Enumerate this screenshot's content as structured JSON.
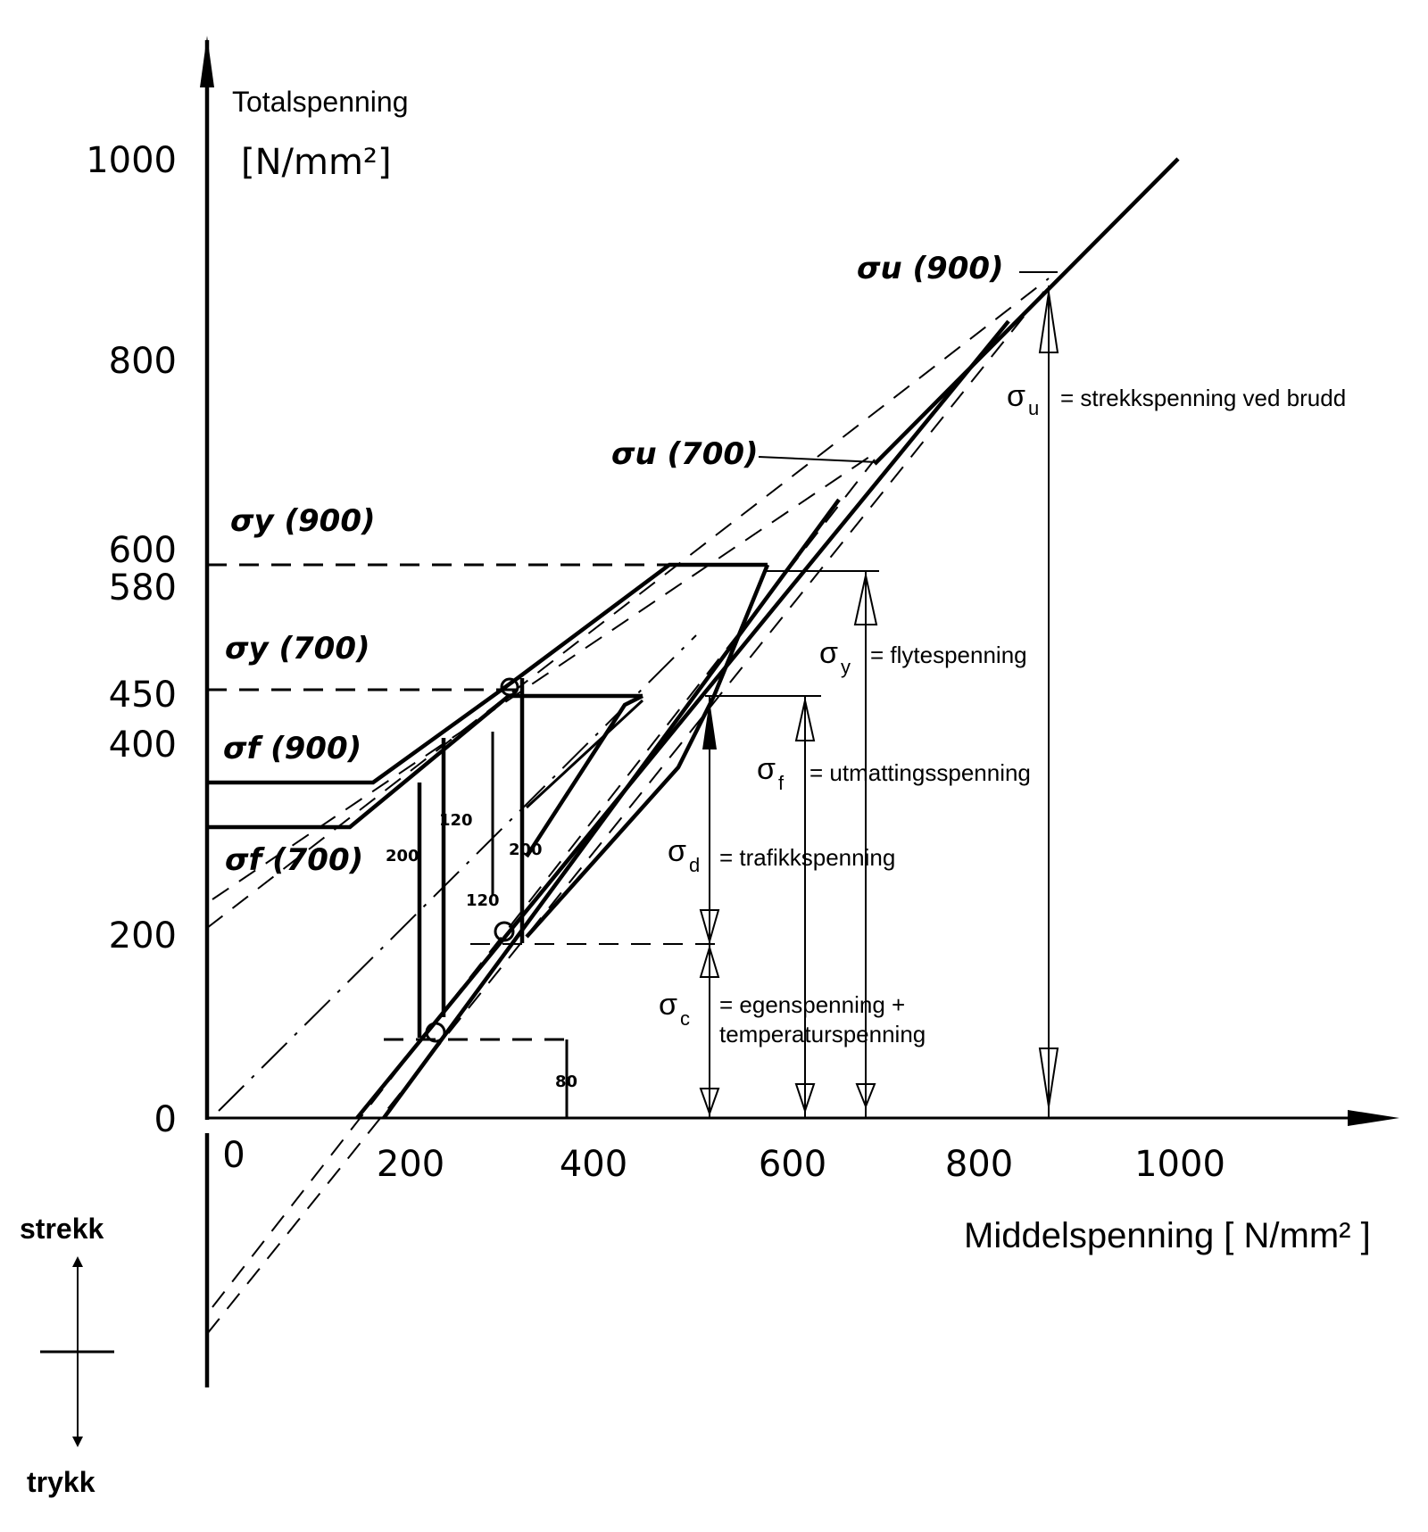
{
  "axes": {
    "y_title": "Totalspenning",
    "y_unit": "[N/mm²]",
    "x_title": "Middelspenning [ N/mm² ]",
    "y_ticks": [
      "1000",
      "800",
      "600",
      "580",
      "450",
      "400",
      "200",
      "0"
    ],
    "x_ticks": [
      "0",
      "200",
      "400",
      "600",
      "800",
      "1000"
    ]
  },
  "curve_labels": {
    "su900": "σu (900)",
    "su700": "σu (700)",
    "sy900": "σy (900)",
    "sy700": "σy (700)",
    "sf900": "σf (900)",
    "sf700": "σf (700)"
  },
  "small_values": {
    "v200a": "200",
    "v120": "120",
    "v200b": "200",
    "v120b": "120",
    "v80": "80"
  },
  "legend": {
    "u_sym": "σ",
    "u_sub": "u",
    "u_text": "= strekkspenning ved brudd",
    "y_sym": "σ",
    "y_sub": "y",
    "y_text": "= flytespenning",
    "f_sym": "σ",
    "f_sub": "f",
    "f_text": "= utmattingsspenning",
    "d_sym": "σ",
    "d_sub": "d",
    "d_text": "= trafikkspenning",
    "c_sym": "σ",
    "c_sub": "c",
    "c_text1": "= egenspenning +",
    "c_text2": "temperaturspenning"
  },
  "sign": {
    "tension": "strekk",
    "compression": "trykk"
  }
}
